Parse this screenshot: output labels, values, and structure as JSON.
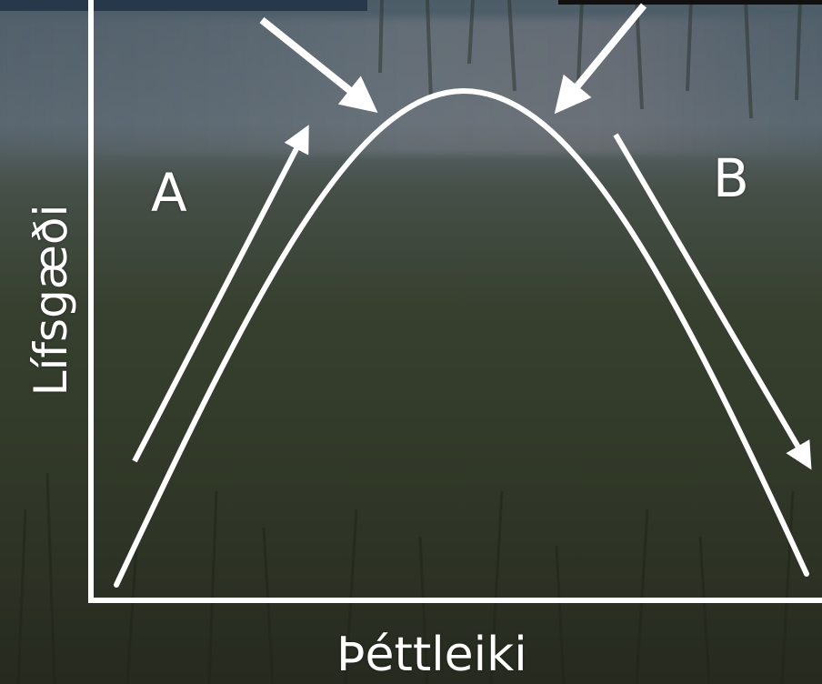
{
  "diagram": {
    "label_a": "A",
    "label_b": "B",
    "y_axis_label": "Lífsgæði",
    "x_axis_label": "Þéttleiki",
    "line_color": "#ffffff",
    "background": "marsh grass and water photograph"
  }
}
